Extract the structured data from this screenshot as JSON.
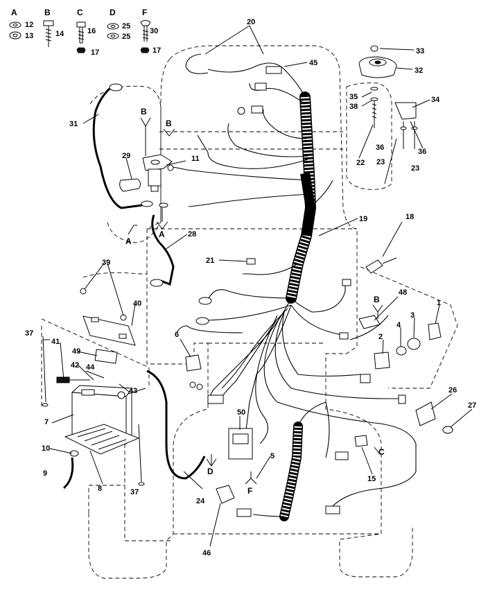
{
  "hardware_key": [
    {
      "letter": "A",
      "parts": [
        "12",
        "13"
      ]
    },
    {
      "letter": "B",
      "parts": [
        "14"
      ]
    },
    {
      "letter": "C",
      "parts": [
        "16",
        "17"
      ]
    },
    {
      "letter": "D",
      "parts": [
        "25",
        "25"
      ]
    },
    {
      "letter": "F",
      "parts": [
        "30",
        "17"
      ]
    }
  ],
  "callouts": {
    "c1": "1",
    "c2": "2",
    "c3": "3",
    "c4": "4",
    "c5": "5",
    "c6": "6",
    "c7": "7",
    "c8": "8",
    "c9": "9",
    "c10": "10",
    "c11": "11",
    "c15": "15",
    "c18": "18",
    "c19": "19",
    "c20": "20",
    "c21": "21",
    "c22": "22",
    "c23a": "23",
    "c23b": "23",
    "c24": "24",
    "c26": "26",
    "c27": "27",
    "c28": "28",
    "c29": "29",
    "c31": "31",
    "c32": "32",
    "c33": "33",
    "c34": "34",
    "c35": "35",
    "c36a": "36",
    "c36b": "36",
    "c37a": "37",
    "c37b": "37",
    "c38": "38",
    "c39": "39",
    "c40": "40",
    "c41": "41",
    "c42": "42",
    "c43": "43",
    "c44": "44",
    "c45": "45",
    "c46": "46",
    "c48": "48",
    "c49": "49",
    "c50": "50"
  },
  "ref_letters": {
    "r_b1": "B",
    "r_b2": "B",
    "r_b3": "B",
    "r_a1": "A",
    "r_a2": "A",
    "r_c": "C",
    "r_d": "D",
    "r_f": "F"
  }
}
